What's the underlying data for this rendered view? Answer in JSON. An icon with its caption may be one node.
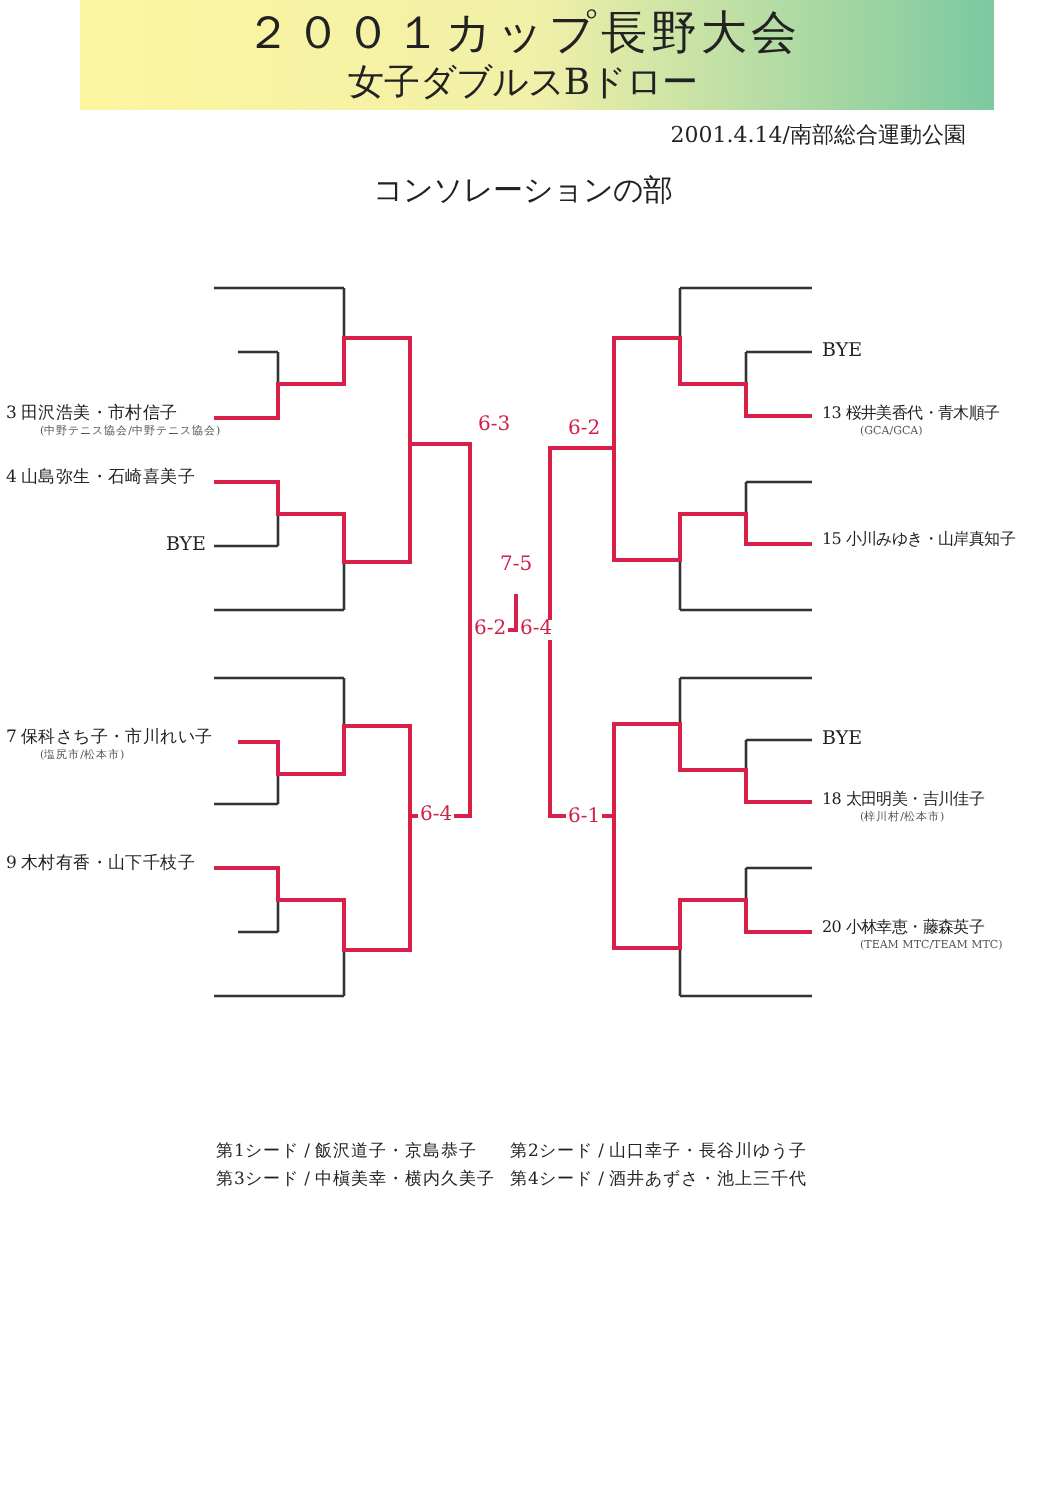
{
  "diagram": {
    "title": "２００１カップ長野大会",
    "labels": [
      "女子ダブルスBドロー",
      "2001.4.14/南部総合運動公園",
      "コンソレーションの部",
      "3 田沢浩美・市村信子",
      "(中野テニス協会/中野テニス協会)",
      "4 山島弥生・石崎喜美子",
      "BYE",
      "7 保科さち子・市川れい子",
      "(塩尻市/松本市)",
      "9 木村有香・山下千枝子",
      "BYE",
      "13 桜井美香代・青木順子",
      "(GCA/GCA)",
      "15 小川みゆき・山岸真知子",
      "BYE",
      "18 太田明美・吉川佳子",
      "(梓川村/松本市)",
      "20 小林幸恵・藤森英子",
      "(TEAM MTC/TEAM MTC)",
      "6-3",
      "6-2",
      "7-5",
      "6-2",
      "6-4",
      "6-4",
      "6-1",
      "第1シード / 飯沢道子・京島恭子",
      "第2シード / 山口幸子・長谷川ゆう子",
      "第3シード / 中槇美幸・横内久美子",
      "第4シード / 酒井あずさ・池上三千代"
    ]
  }
}
